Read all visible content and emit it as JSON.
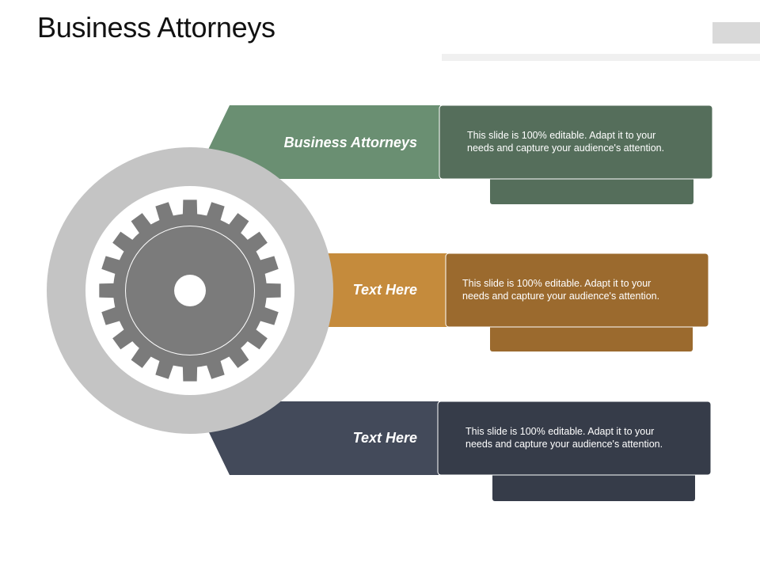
{
  "title": "Business Attorneys",
  "rows": [
    {
      "label": "Business Attorneys",
      "desc_line1": "This slide is 100% editable. Adapt it to your",
      "desc_line2": "needs and capture your audience's attention.",
      "color_light": "#6a8f72",
      "color_dark": "#556e5b"
    },
    {
      "label": "Text Here",
      "desc_line1": "This slide is 100% editable. Adapt it to your",
      "desc_line2": "needs and capture your audience's attention.",
      "color_light": "#c58b3c",
      "color_dark": "#9b6a2e"
    },
    {
      "label": "Text Here",
      "desc_line1": "This slide is 100% editable. Adapt it to your",
      "desc_line2": "needs and capture your audience's attention.",
      "color_light": "#434a5a",
      "color_dark": "#363c49"
    }
  ],
  "colors": {
    "outer_ring": "#c4c4c4",
    "inner_disc": "#ffffff",
    "gear": "#7b7b7b"
  }
}
